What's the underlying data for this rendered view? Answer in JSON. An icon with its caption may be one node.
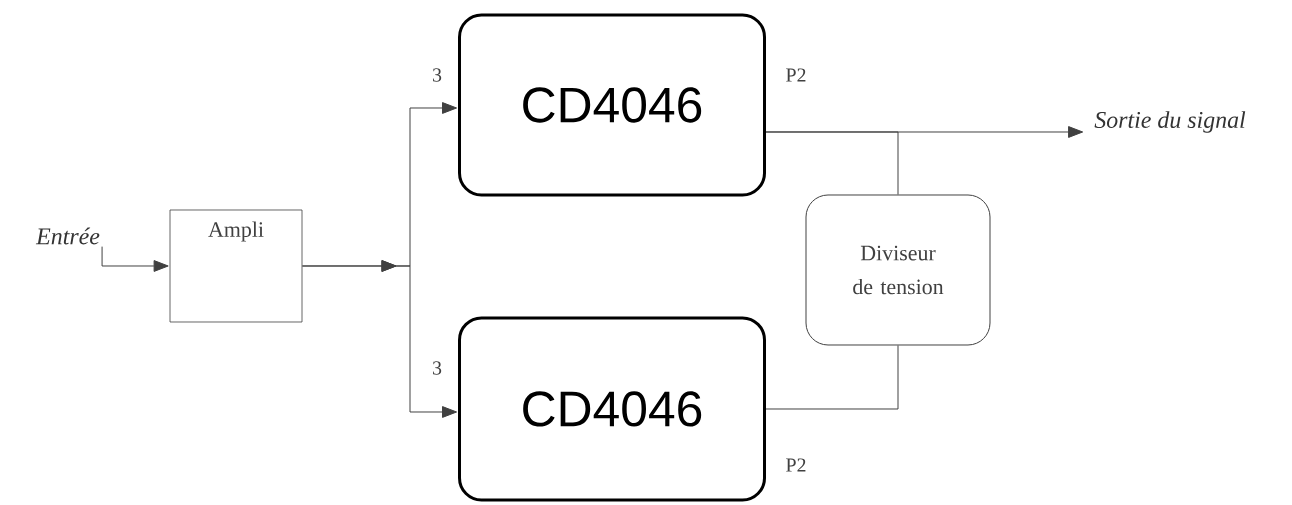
{
  "diagram": {
    "nodes": [
      {
        "text": [
          "Entrée"
        ]
      },
      {
        "text": [
          "Ampli"
        ]
      },
      {
        "text": [
          "CD4046"
        ]
      },
      {
        "text": [
          "CD4046"
        ]
      },
      {
        "text": [
          "Diviseur de tension"
        ]
      },
      {
        "text": [
          "Sortie du signal"
        ]
      }
    ],
    "edges": [
      {
        "from": 0,
        "to": 1,
        "arrow": "to"
      },
      {
        "from": 1,
        "to": 2,
        "arrow": "to"
      },
      {
        "from": 1,
        "to": 3,
        "arrow": "to"
      },
      {
        "from": 2,
        "to": 5,
        "arrow": "to"
      },
      {
        "from": 4,
        "to": 2,
        "arrow": "none"
      },
      {
        "from": 3,
        "to": 4,
        "arrow": "none"
      }
    ],
    "labels": [
      "3",
      "P2",
      "3",
      "P2"
    ]
  }
}
